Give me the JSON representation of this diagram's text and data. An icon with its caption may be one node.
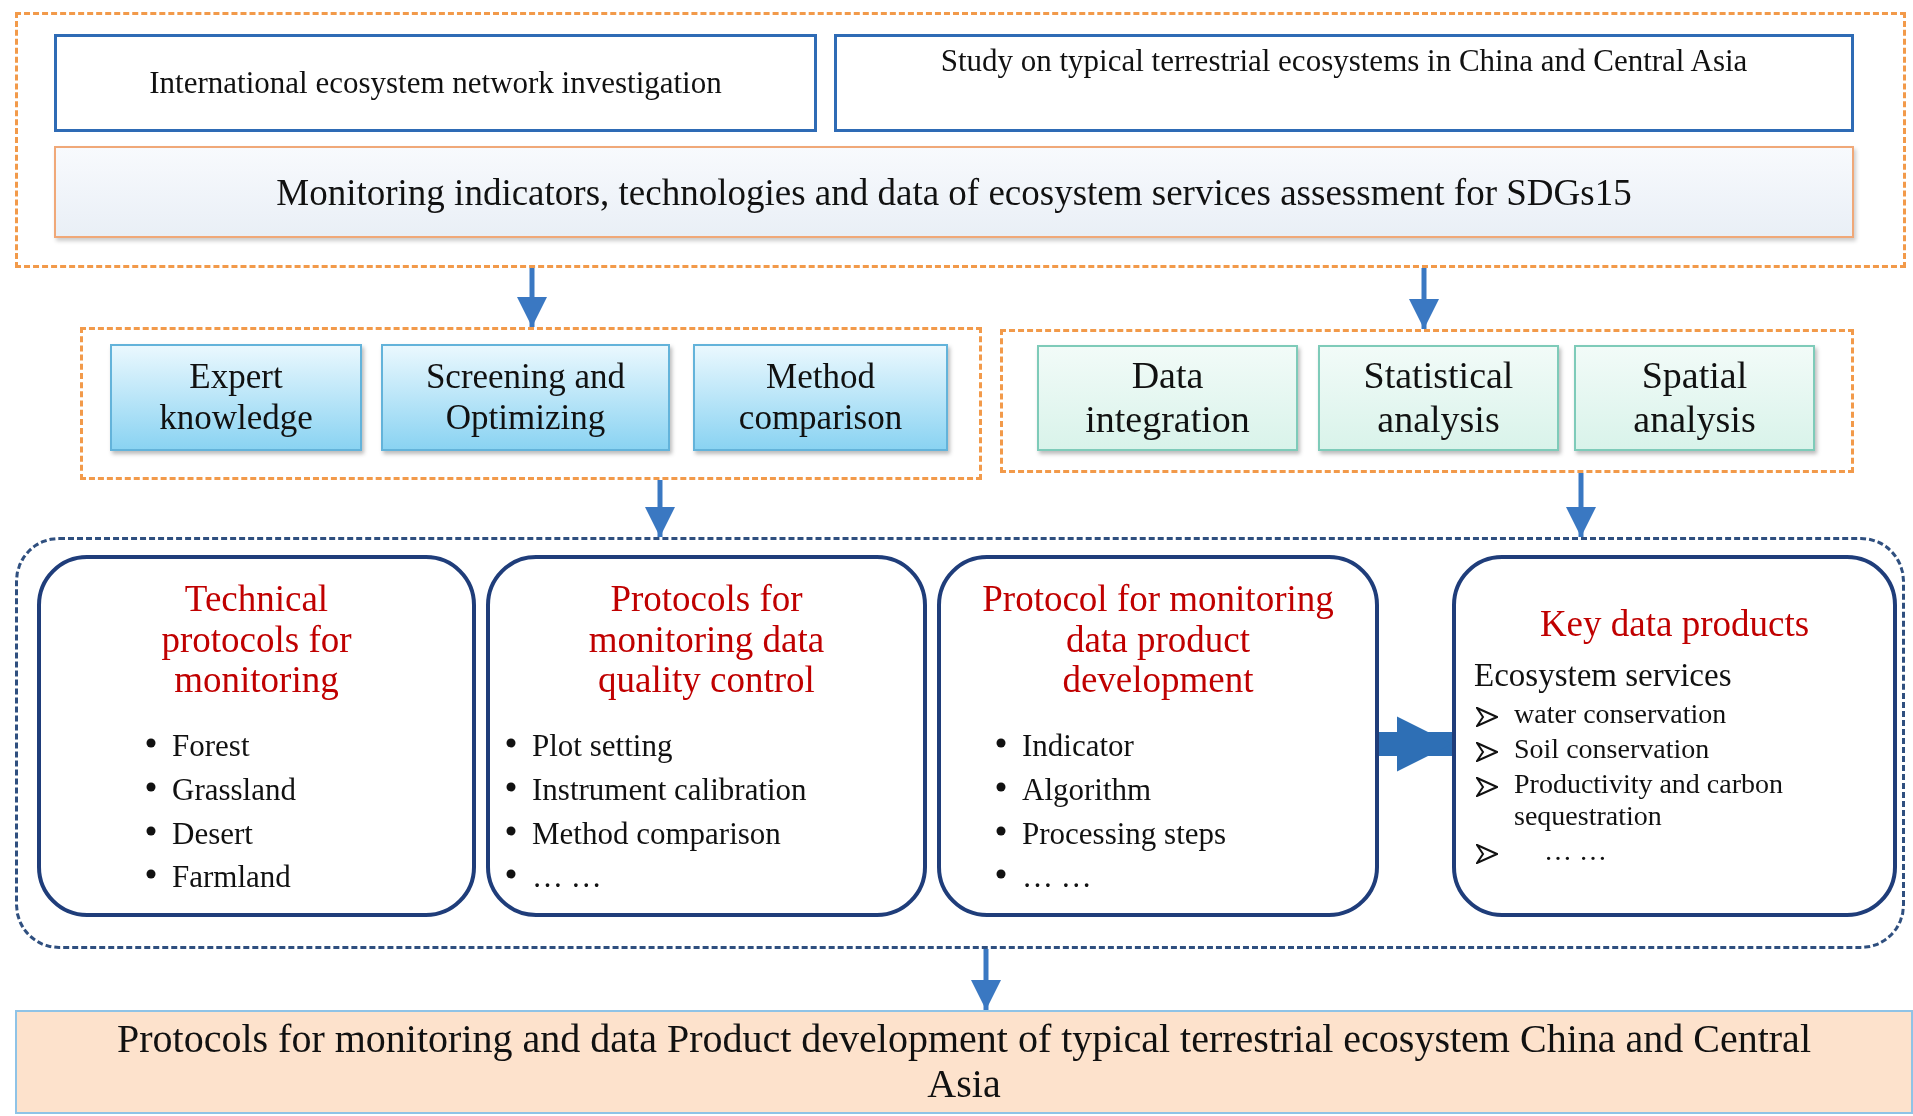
{
  "diagram": {
    "nodes": [
      {
        "text": [],
        "shape": "box"
      },
      {
        "text": [
          "International ecosystem network investigation"
        ],
        "in": 0
      },
      {
        "text": [
          "Study on typical terrestrial ecosystems in China and Central Asia"
        ],
        "in": 0
      },
      {
        "text": [
          "Monitoring indicators, technologies and data of ecosystem services assessment for SDGs15"
        ],
        "in": 0
      },
      {
        "text": [],
        "shape": "box"
      },
      {
        "text": [
          "Expert knowledge"
        ],
        "in": 4
      },
      {
        "text": [
          "Screening and Optimizing"
        ],
        "in": 4
      },
      {
        "text": [
          "Method comparison"
        ],
        "in": 4
      },
      {
        "text": [],
        "shape": "box"
      },
      {
        "text": [
          "Data integration"
        ],
        "in": 8
      },
      {
        "text": [
          "Statistical analysis"
        ],
        "in": 8
      },
      {
        "text": [
          "Spatial analysis"
        ],
        "in": 8
      },
      {
        "text": [],
        "shape": "box"
      },
      {
        "text": [
          "Technical protocols for monitoring",
          "Forest",
          "Grassland",
          "Desert",
          "Farmland"
        ],
        "in": 12
      },
      {
        "text": [
          "Protocols for monitoring data quality control",
          "Plot setting",
          "Instrument calibration",
          "Method comparison",
          "… …"
        ],
        "in": 12
      },
      {
        "text": [
          "Protocol for monitoring data product development",
          "Indicator",
          "Algorithm",
          "Processing steps",
          "… …"
        ],
        "in": 12
      },
      {
        "text": [
          "Key data products",
          "Ecosystem services",
          "water conservation",
          "Soil conservation",
          "Productivity and carbon sequestration",
          "… …"
        ],
        "in": 12
      },
      {
        "text": [
          "Protocols for monitoring and data Product development of typical terrestrial ecosystem China and Central Asia"
        ]
      }
    ],
    "edges": [
      {
        "from": 0,
        "to": 4,
        "arrow": "to"
      },
      {
        "from": 0,
        "to": 8,
        "arrow": "to"
      },
      {
        "from": 4,
        "to": 12,
        "arrow": "to"
      },
      {
        "from": 8,
        "to": 12,
        "arrow": "to"
      },
      {
        "from": 15,
        "to": 16,
        "arrow": "to",
        "style": "thick"
      },
      {
        "from": 12,
        "to": 17,
        "arrow": "to"
      }
    ]
  }
}
